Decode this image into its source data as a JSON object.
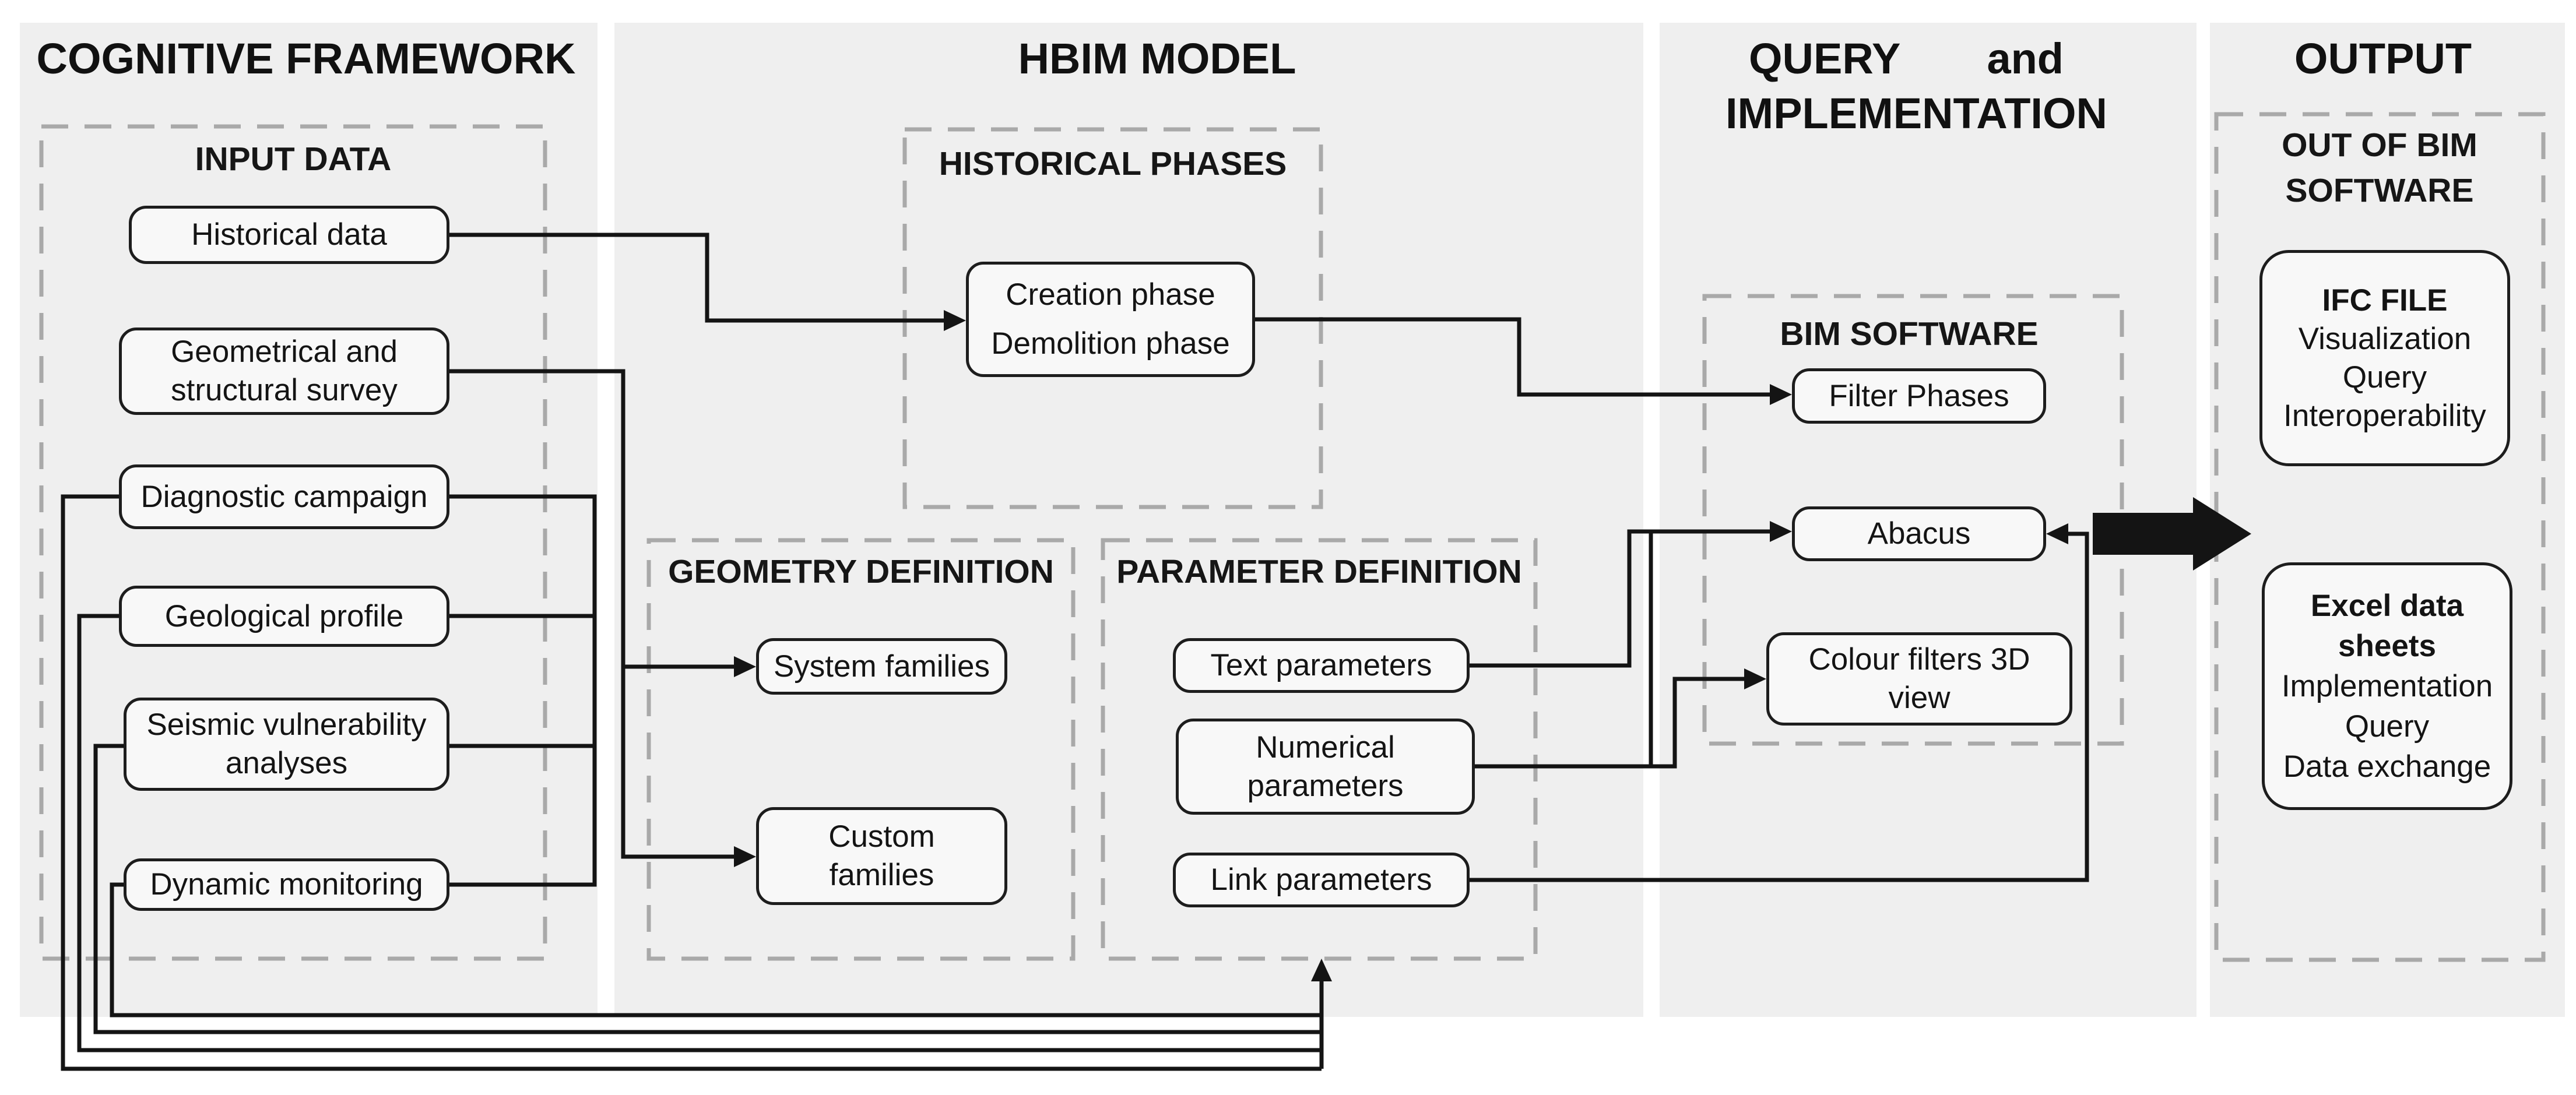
{
  "colors": {
    "background": "#ffffff",
    "panel": "#efefef",
    "box_fill": "#f8f8f8",
    "box_border": "#1d1d1d",
    "dashed_border": "#a9a9a9",
    "connector": "#141414",
    "text": "#111111"
  },
  "headers": {
    "col1": "COGNITIVE FRAMEWORK",
    "col2": "HBIM MODEL",
    "col3_word1": "QUERY",
    "col3_word2": "and",
    "col3_line2": "IMPLEMENTATION",
    "col4": "OUTPUT"
  },
  "sections": {
    "input_data": "INPUT DATA",
    "historical_phases": "HISTORICAL PHASES",
    "geometry_definition": "GEOMETRY DEFINITION",
    "parameter_definition": "PARAMETER DEFINITION",
    "bim_software": "BIM SOFTWARE",
    "out_of_bim_line1": "OUT OF BIM",
    "out_of_bim_line2": "SOFTWARE"
  },
  "boxes": {
    "historical_data": {
      "lines": [
        "Historical data"
      ]
    },
    "geometrical_survey": {
      "lines": [
        "Geometrical and",
        "structural survey"
      ]
    },
    "diagnostic_campaign": {
      "lines": [
        "Diagnostic campaign"
      ]
    },
    "geological_profile": {
      "lines": [
        "Geological profile"
      ]
    },
    "seismic_vulnerability": {
      "lines": [
        "Seismic vulnerability",
        "analyses"
      ]
    },
    "dynamic_monitoring": {
      "lines": [
        "Dynamic monitoring"
      ]
    },
    "creation_phase": {
      "lines": [
        "Creation phase",
        "Demolition phase"
      ]
    },
    "system_families": {
      "lines": [
        "System families"
      ]
    },
    "custom_families": {
      "lines": [
        "Custom",
        "families"
      ]
    },
    "text_parameters": {
      "lines": [
        "Text parameters"
      ]
    },
    "numerical_parameters": {
      "lines": [
        "Numerical",
        "parameters"
      ]
    },
    "link_parameters": {
      "lines": [
        "Link parameters"
      ]
    },
    "filter_phases": {
      "lines": [
        "Filter Phases"
      ]
    },
    "abacus": {
      "lines": [
        "Abacus"
      ]
    },
    "colour_filters": {
      "lines": [
        "Colour filters 3D",
        "view"
      ]
    },
    "ifc_file": {
      "lines": [
        "IFC FILE",
        "Visualization",
        "Query",
        "Interoperability"
      ]
    },
    "excel_sheets": {
      "lines": [
        "Excel data",
        "sheets",
        "Implementation",
        "Query",
        "Data exchange"
      ]
    }
  },
  "edges": [
    {
      "from": "historical_data",
      "to": "creation_phase"
    },
    {
      "from": "creation_phase",
      "to": "filter_phases"
    },
    {
      "from": "geometrical_survey",
      "to": "system_families"
    },
    {
      "from": "geometrical_survey",
      "to": "custom_families"
    },
    {
      "from": "diagnostic_campaign|geological_profile|seismic_vulnerability|dynamic_monitoring",
      "to": "right-bus"
    },
    {
      "from": "diagnostic_campaign|geological_profile|seismic_vulnerability|dynamic_monitoring",
      "to": "parameter_definition"
    },
    {
      "from": "text_parameters",
      "to": "abacus"
    },
    {
      "from": "numerical_parameters",
      "to": "abacus"
    },
    {
      "from": "numerical_parameters",
      "to": "colour_filters"
    },
    {
      "from": "link_parameters",
      "to": "abacus"
    },
    {
      "from": "bim_software",
      "to": "out_of_bim_software"
    }
  ]
}
